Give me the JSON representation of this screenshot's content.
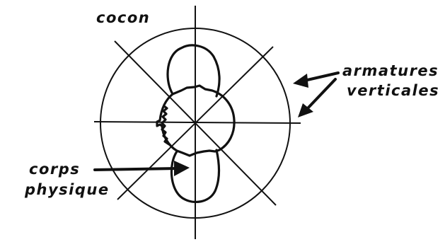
{
  "labels": {
    "cocoon": "cocon",
    "vertical_armatures_line1": "armatures",
    "vertical_armatures_line2": "verticales",
    "physical_body_line1": "corps",
    "physical_body_line2": "physique"
  }
}
